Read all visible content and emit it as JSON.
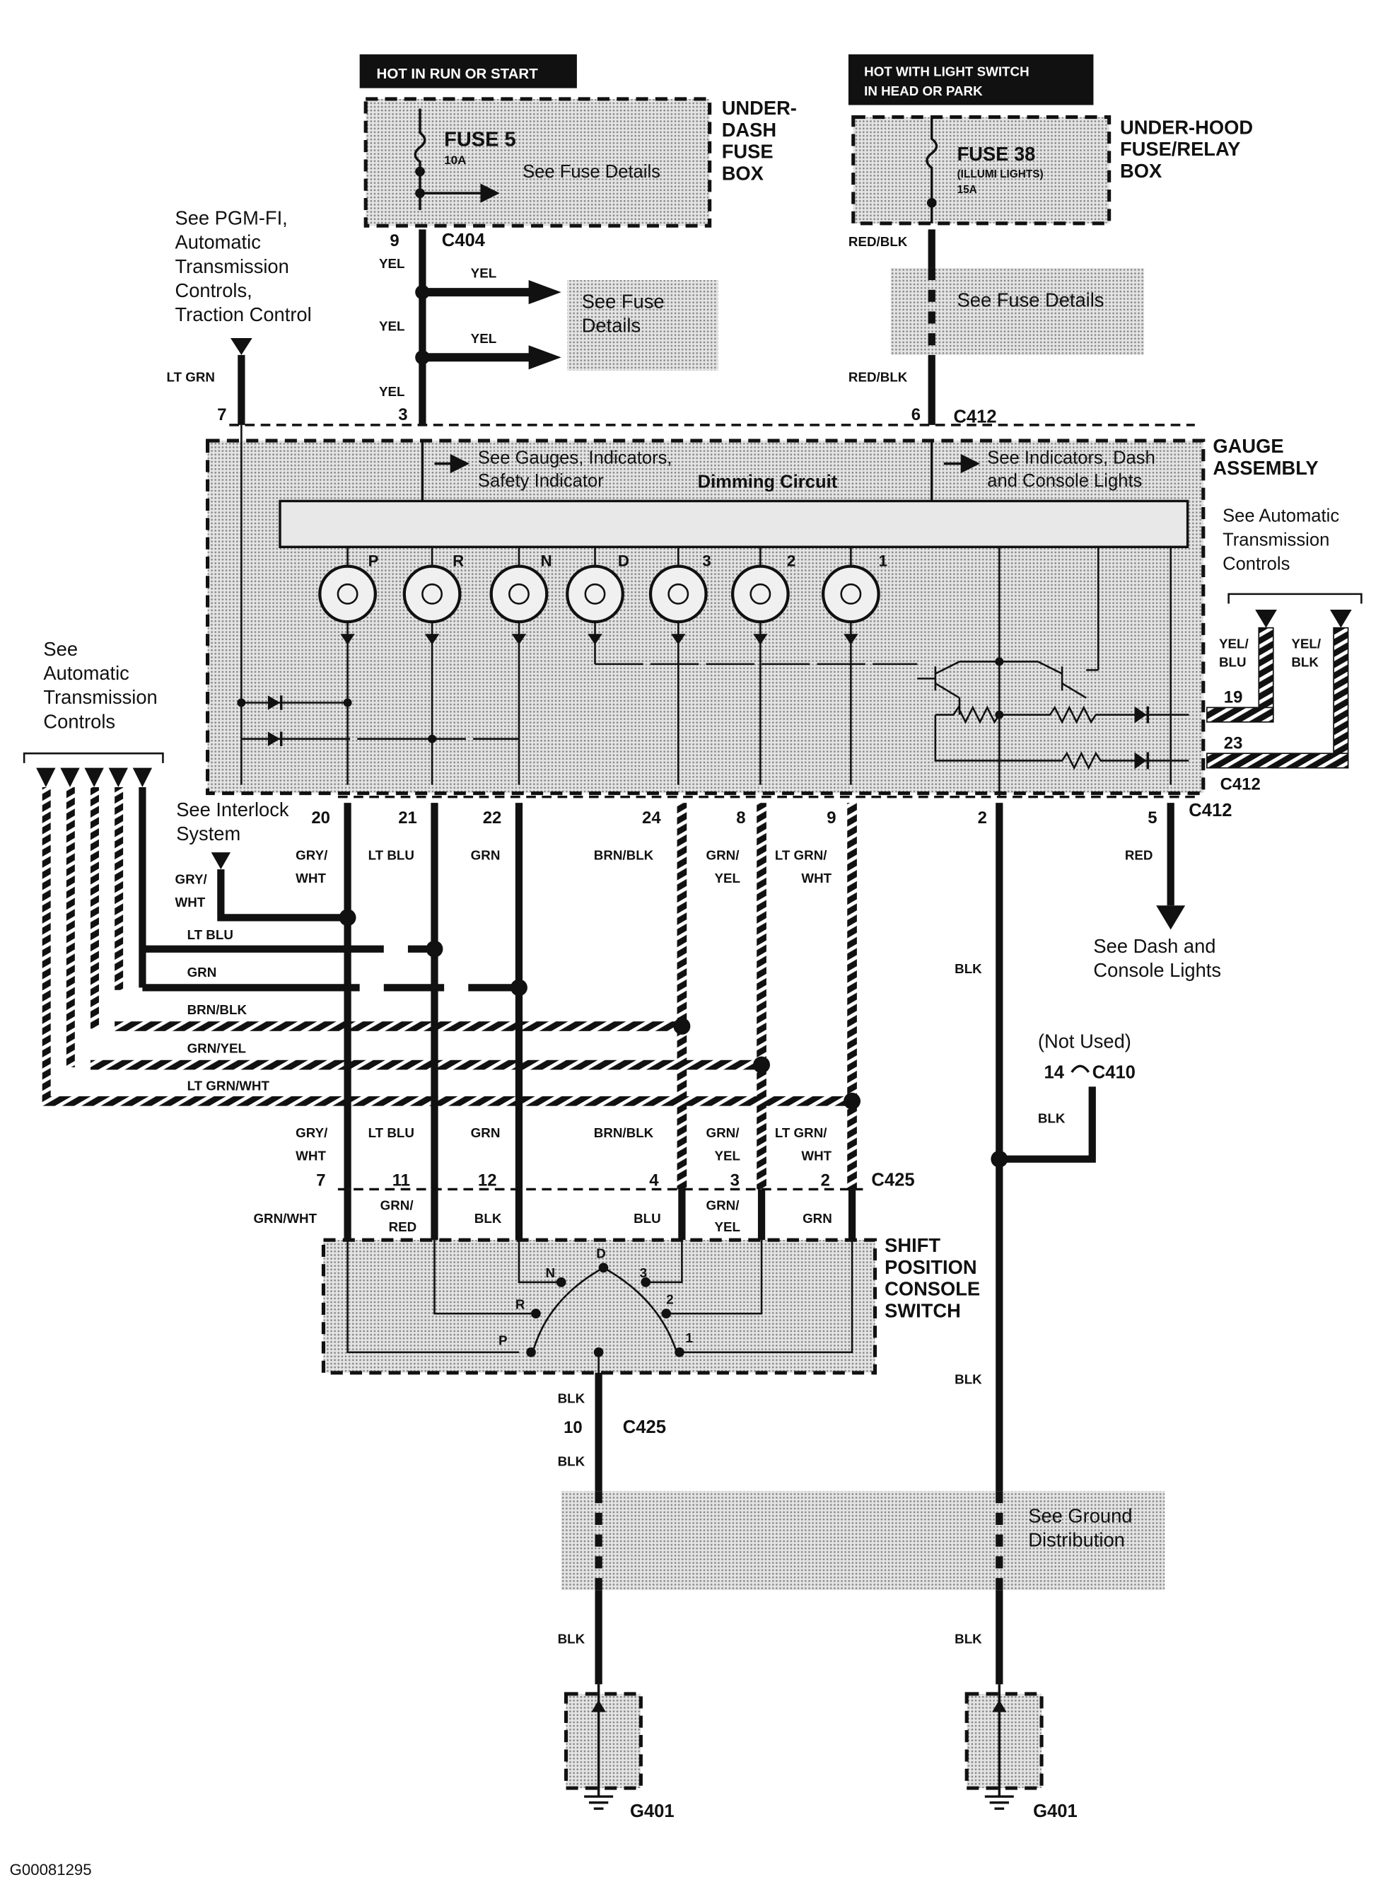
{
  "diagram_id": "G00081295",
  "colors": {
    "ink": "#111111",
    "shade": "#d6d6d6",
    "paper": "#ffffff"
  },
  "supply": {
    "run_start_banner": "HOT IN RUN OR START",
    "light_banner_l1": "HOT WITH LIGHT SWITCH",
    "light_banner_l2": "IN HEAD OR PARK",
    "underdash_l1": "UNDER-",
    "underdash_l2": "DASH",
    "underdash_l3": "FUSE",
    "underdash_l4": "BOX",
    "underhood_l1": "UNDER-HOOD",
    "underhood_l2": "FUSE/RELAY",
    "underhood_l3": "BOX",
    "fuse5": "FUSE 5",
    "fuse5_amp": "10A",
    "fuse38": "FUSE 38",
    "fuse38_sub": "(ILLUMI LIGHTS)",
    "fuse38_amp": "15A",
    "see_fuse_details": "See Fuse Details",
    "see_fuse_l1": "See Fuse",
    "see_fuse_l2": "Details"
  },
  "connectors": {
    "c404": "C404",
    "c412": "C412",
    "c425": "C425",
    "c410": "C410",
    "g401": "G401"
  },
  "wires": {
    "yel": "YEL",
    "red_blk": "RED/BLK",
    "lt_grn": "LT GRN",
    "gry_wht_a": "GRY/",
    "gry_wht_b": "WHT",
    "lt_blu": "LT BLU",
    "grn": "GRN",
    "brn_blk": "BRN/BLK",
    "grn_yel_a": "GRN/",
    "grn_yel_b": "YEL",
    "ltgrn_wht_a": "LT GRN/",
    "ltgrn_wht_b": "WHT",
    "blk": "BLK",
    "red": "RED",
    "grn_yel": "GRN/YEL",
    "lt_grn_wht": "LT GRN/WHT",
    "grn_wht": "GRN/WHT",
    "grn_red_a": "GRN/",
    "grn_red_b": "RED",
    "blu": "BLU",
    "yel_blu_a": "YEL/",
    "yel_blu_b": "BLU",
    "yel_blk_a": "YEL/",
    "yel_blk_b": "BLK"
  },
  "pins": {
    "p9": "9",
    "p7": "7",
    "p3": "3",
    "p6": "6",
    "p20": "20",
    "p21": "21",
    "p22": "22",
    "p24": "24",
    "p8": "8",
    "p9b": "9",
    "p2": "2",
    "p5": "5",
    "p19": "19",
    "p23": "23",
    "p14": "14",
    "q7": "7",
    "q11": "11",
    "q12": "12",
    "q4": "4",
    "q3": "3",
    "q2": "2",
    "q10": "10"
  },
  "notes": {
    "pgmfi_l1": "See PGM-FI,",
    "pgmfi_l2": "Automatic",
    "pgmfi_l3": "Transmission",
    "pgmfi_l4": "Controls,",
    "pgmfi_l5": "Traction Control",
    "gauge_l1": "GAUGE",
    "gauge_l2": "ASSEMBLY",
    "gauges_l1": "See Gauges, Indicators,",
    "gauges_l2": "Safety Indicator",
    "dimming": "Dimming Circuit",
    "dash_l1": "See Indicators, Dash",
    "dash_l2": "and Console Lights",
    "auto_r_l1": "See Automatic",
    "auto_r_l2": "Transmission",
    "auto_r_l3": "Controls",
    "auto_l_l1": "See",
    "auto_l_l2": "Automatic",
    "auto_l_l3": "Transmission",
    "auto_l_l4": "Controls",
    "interlock_l1": "See Interlock",
    "interlock_l2": "System",
    "dash_console_l1": "See Dash and",
    "dash_console_l2": "Console Lights",
    "not_used": "(Not Used)",
    "shift_l1": "SHIFT",
    "shift_l2": "POSITION",
    "shift_l3": "CONSOLE",
    "shift_l4": "SWITCH",
    "ground_l1": "See Ground",
    "ground_l2": "Distribution"
  },
  "indicators": [
    "P",
    "R",
    "N",
    "D",
    "3",
    "2",
    "1"
  ],
  "switch_positions": [
    "P",
    "R",
    "N",
    "D",
    "3",
    "2",
    "1"
  ]
}
